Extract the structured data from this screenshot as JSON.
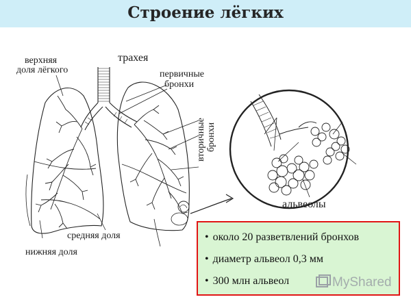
{
  "title": "Строение лёгких",
  "labels": {
    "upper_lobe_1": "верхняя",
    "upper_lobe_2": "доля лёгкого",
    "trachea": "трахея",
    "primary_bronchi_1": "первичные",
    "primary_bronchi_2": "бронхи",
    "secondary_bronchi_1": "вторичные",
    "secondary_bronchi_2": "бронхи",
    "middle_lobe": "средняя доля",
    "lower_lobe": "нижняя доля",
    "alveoli": "альвеолы"
  },
  "facts": [
    "около 20 разветвлений бронхов",
    "диаметр альвеол 0,3 мм",
    "300 млн альвеол"
  ],
  "watermark": "MyShared",
  "colors": {
    "title_bar": "#cfeef8",
    "facts_bg": "#d9f5d3",
    "facts_border": "#e11414"
  }
}
